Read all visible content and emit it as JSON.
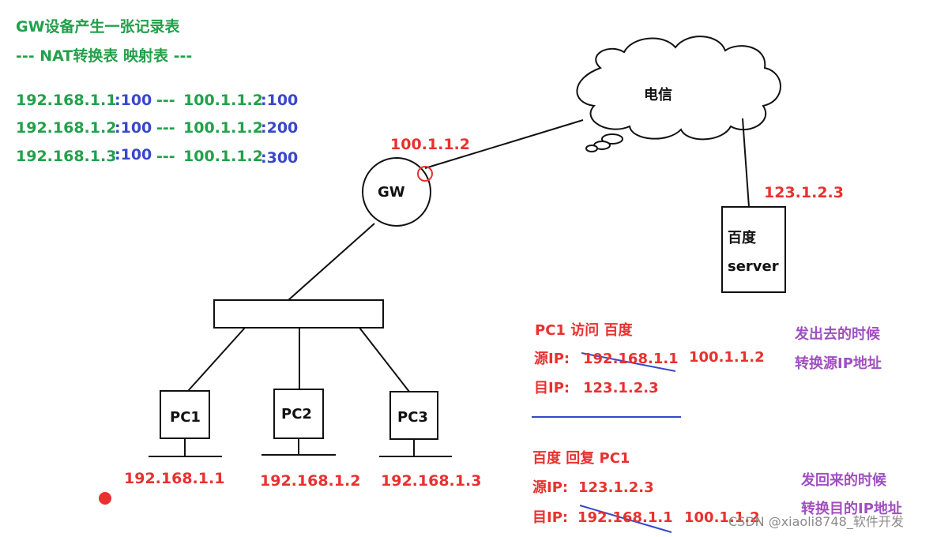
{
  "header": {
    "title": "GW设备产生一张记录表",
    "subtitle": "--- NAT转换表  映射表  ---"
  },
  "nat_table": [
    {
      "private_ip": "192.168.1.1",
      "private_port": ":100",
      "sep": "---",
      "public_ip": "100.1.1.2",
      "public_port": ":100"
    },
    {
      "private_ip": "192.168.1.2",
      "private_port": ":100",
      "sep": "---",
      "public_ip": "100.1.1.2",
      "public_port": ":200"
    },
    {
      "private_ip": "192.168.1.3",
      "private_port": ":100",
      "sep": "---",
      "public_ip": "100.1.1.2",
      "public_port": ":300"
    }
  ],
  "network": {
    "gw_ip": "100.1.1.2",
    "gw_label": "GW",
    "cloud_label": "电信",
    "server_ip": "123.1.2.3",
    "server_label_line1": "百度",
    "server_label_line2": "server",
    "pcs": [
      {
        "label": "PC1",
        "ip": "192.168.1.1"
      },
      {
        "label": "PC2",
        "ip": "192.168.1.2"
      },
      {
        "label": "PC3",
        "ip": "192.168.1.3"
      }
    ]
  },
  "outbound": {
    "heading": "PC1 访问 百度",
    "src_label": "源IP:",
    "src_old": "192.168.1.1",
    "src_new": "100.1.1.2",
    "dst_label": "目IP:",
    "dst_value": "123.1.2.3",
    "note_line1": "发出去的时候",
    "note_line2": "转换源IP地址"
  },
  "inbound": {
    "heading": "百度 回复 PC1",
    "src_label": "源IP:",
    "src_value": "123.1.2.3",
    "dst_label": "目IP:",
    "dst_old": "192.168.1.1",
    "dst_new": "100.1.1.2",
    "note_line1": "发回来的时候",
    "note_line2": "转换目的IP地址"
  },
  "watermark": "CSDN @xiaoli8748_软件开发",
  "colors": {
    "green": "#22a04b",
    "blue": "#3848c8",
    "red": "#e8312f",
    "purple": "#a04fc0",
    "black": "#111111"
  }
}
